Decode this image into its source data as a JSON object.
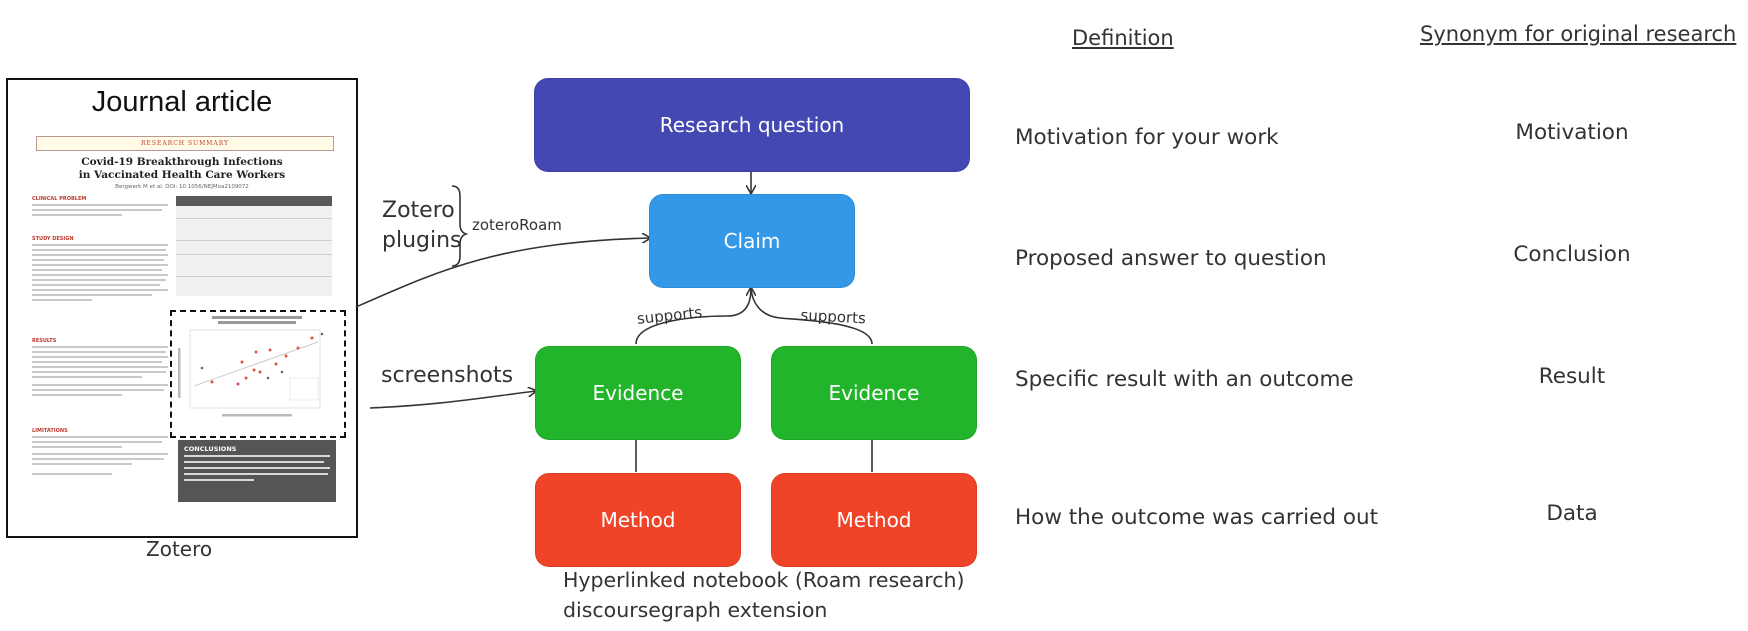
{
  "headers": {
    "definition": "Definition",
    "synonym": "Synonym for original research"
  },
  "article": {
    "title": "Journal article",
    "research_summary": "RESEARCH SUMMARY",
    "paper_title_line1": "Covid-19 Breakthrough Infections",
    "paper_title_line2": "in Vaccinated Health Care Workers",
    "byline": "Bergwerk M et al. DOI: 10.1056/NEJMoa2109072",
    "sections": [
      "CLINICAL PROBLEM",
      "STUDY DESIGN",
      "RESULTS",
      "LIMITATIONS"
    ],
    "conclusions": "CONCLUSIONS",
    "caption": "Zotero"
  },
  "labels": {
    "zotero_plugins": "Zotero\nplugins",
    "zotero_roam": "zoteroRoam",
    "screenshots": "screenshots",
    "supports_left": "supports",
    "supports_right": "supports",
    "notebook_line1": "Hyperlinked notebook (Roam research)",
    "notebook_line2": "discoursegraph extension"
  },
  "nodes": {
    "research_question": "Research question",
    "claim": "Claim",
    "evidence_left": "Evidence",
    "evidence_right": "Evidence",
    "method_left": "Method",
    "method_right": "Method"
  },
  "definitions": [
    "Motivation for your work",
    "Proposed answer to question",
    "Specific result with an outcome",
    "How the outcome was carried out"
  ],
  "synonyms": [
    "Motivation",
    "Conclusion",
    "Result",
    "Data"
  ],
  "colors": {
    "research_question": "#4348b3",
    "claim": "#3498e8",
    "evidence": "#22b42a",
    "method": "#f04428",
    "paper_accent": "#c0392b"
  }
}
